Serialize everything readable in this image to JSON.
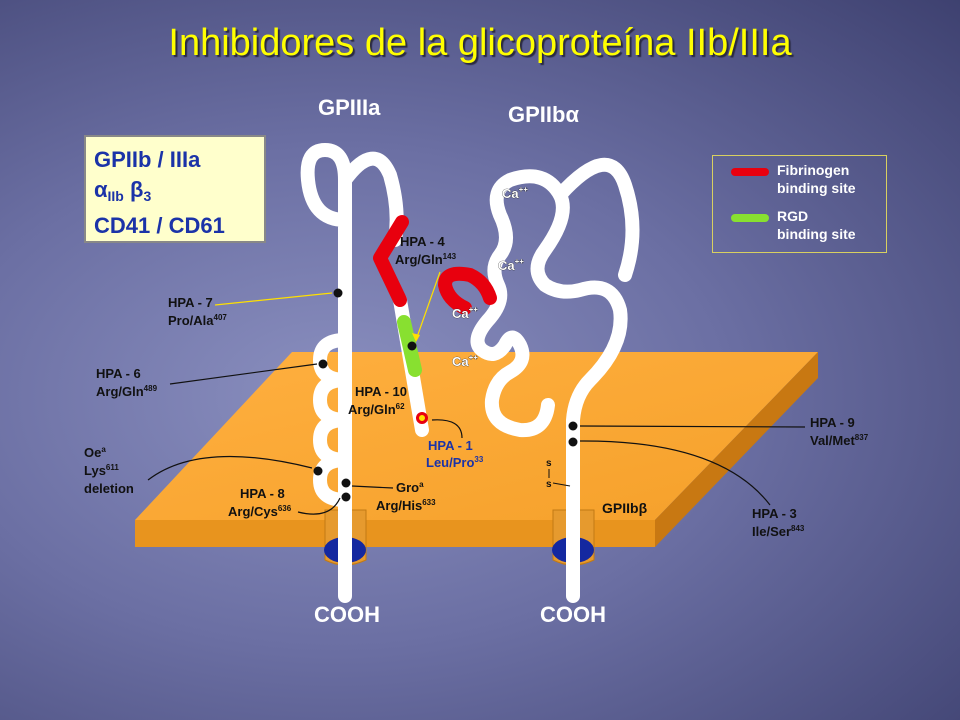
{
  "title": "Inhibidores de la glicoproteína IIb/IIIa",
  "chains": {
    "gpiiia": "GPIIIa",
    "gpiib_alpha_prefix": "GPIIb",
    "gpiib_beta_prefix": "GPIIb",
    "alpha_symbol": "α",
    "beta_symbol": "β",
    "cooh_left": "COOH",
    "cooh_right": "COOH"
  },
  "infobox": {
    "line1": "GPIIb / IIIa",
    "line2_alpha": "α",
    "line2_sub": "IIb",
    "line2_beta": "β",
    "line2_sub2": "3",
    "line3": "CD41 / CD61"
  },
  "legend": {
    "fibrinogen_label_1": "Fibrinogen",
    "fibrinogen_label_2": "binding site",
    "rgd_label_1": "RGD",
    "rgd_label_2": "binding site",
    "fibrinogen_color": "#e8000e",
    "rgd_color": "#88e030"
  },
  "calcium": {
    "ca1": "Ca",
    "ca2": "Ca",
    "ca3": "Ca",
    "ca4": "Ca",
    "charge": "++"
  },
  "annotations": {
    "hpa7_name": "HPA - 7",
    "hpa7_allele": "Pro/Ala",
    "hpa7_pos": "407",
    "hpa6_name": "HPA - 6",
    "hpa6_allele": "Arg/Gln",
    "hpa6_pos": "489",
    "oe_name": "Oe",
    "oe_sup": "a",
    "oe_lys": "Lys",
    "oe_pos": "611",
    "oe_del": "deletion",
    "hpa8_name": "HPA - 8",
    "hpa8_allele": "Arg/Cys",
    "hpa8_pos": "636",
    "gro_name": "Gro",
    "gro_sup": "a",
    "gro_allele": "Arg/His",
    "gro_pos": "633",
    "hpa10_name": "HPA - 10",
    "hpa10_allele": "Arg/Gln",
    "hpa10_pos": "62",
    "hpa4_name": "HPA - 4",
    "hpa4_allele": "Arg/Gln",
    "hpa4_pos": "143",
    "hpa1_name": "HPA - 1",
    "hpa1_allele": "Leu/Pro",
    "hpa1_pos": "33",
    "hpa9_name": "HPA - 9",
    "hpa9_allele": "Val/Met",
    "hpa9_pos": "837",
    "hpa3_name": "HPA - 3",
    "hpa3_allele": "Ile/Ser",
    "hpa3_pos": "843",
    "disulfide_s1": "s",
    "disulfide_s2": "s"
  }
}
